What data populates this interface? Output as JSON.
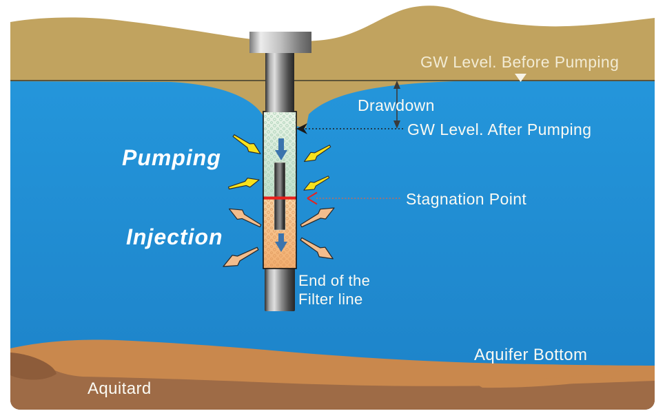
{
  "diagram": {
    "labels": {
      "gw_before": "GW Level. Before Pumping",
      "drawdown": "Drawdown",
      "gw_after": "GW Level. After Pumping",
      "pumping": "Pumping",
      "injection": "Injection",
      "stagnation": "Stagnation Point",
      "end_filter_line1": "End of the",
      "end_filter_line2": "Filter line",
      "aquifer_bottom": "Aquifer Bottom",
      "aquitard": "Aquitard"
    },
    "colors": {
      "water": "#2191d8",
      "ground": "#c1a35f",
      "aquifer_bottom_layer": "#c9884d",
      "aquitard_layer": "#9e6b46",
      "aquitard_shadow": "#8d5c3a",
      "pumping_arrow": "#f7e11c",
      "injection_arrow": "#f2bd8d",
      "stagnation_line": "#e8211d",
      "flow_arrow": "#3b74ad",
      "water_table_line": "#3e3a2c"
    }
  }
}
